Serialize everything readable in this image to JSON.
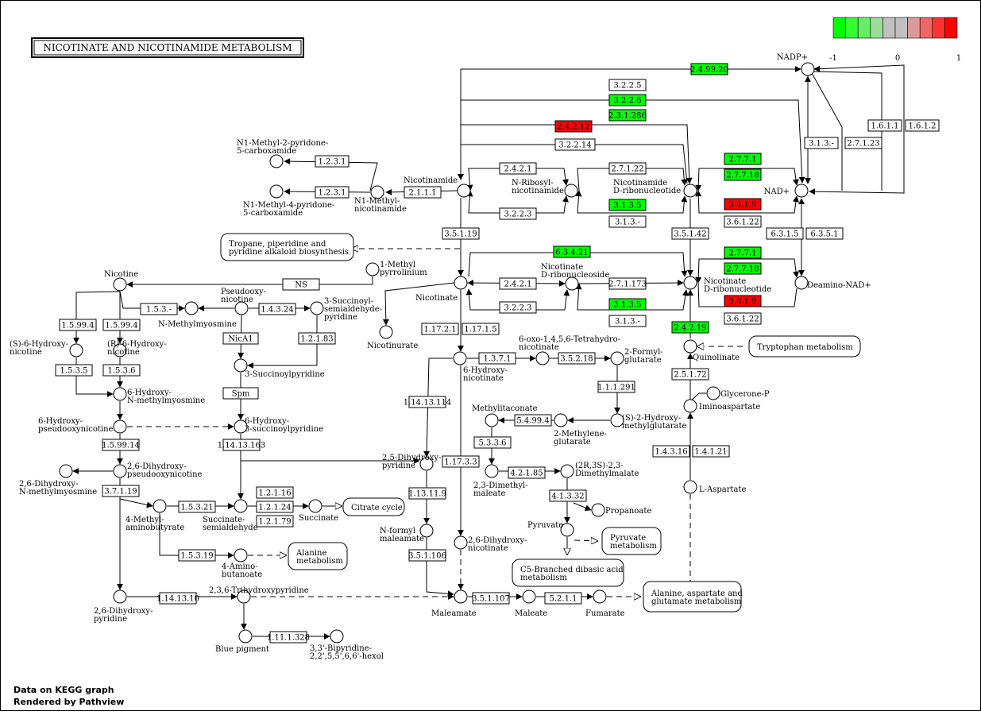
{
  "title": "NICOTINATE AND NICOTINAMIDE METABOLISM",
  "legend": {
    "min_label": "-1",
    "mid_label": "0",
    "max_label": "1",
    "colors": [
      "#00ff00",
      "#33ff33",
      "#66ee66",
      "#99dd99",
      "#c0c0c0",
      "#c0c0c0",
      "#dd9999",
      "#ee6666",
      "#ff3333",
      "#ff0000"
    ]
  },
  "colors": {
    "up": "#ff0000",
    "down": "#00ff00",
    "none": "#ffffff"
  },
  "footer": {
    "line1": "Data on KEGG graph",
    "line2": "Rendered by Pathview"
  },
  "compounds": [
    {
      "id": "c-nadp",
      "label": "NADP+"
    },
    {
      "id": "c-nad",
      "label": "NAD+"
    },
    {
      "id": "c-n1m2p",
      "label": "N1-Methyl-2-pyridone-\n5-carboxamide"
    },
    {
      "id": "c-n1m4p",
      "label": "N1-Methyl-4-pyridone-\n5-carboxamide"
    },
    {
      "id": "c-n1mn",
      "label": "N1-Methyl-\nnicotinamide"
    },
    {
      "id": "c-nam",
      "label": "Nicotinamide"
    },
    {
      "id": "c-nrnam",
      "label": "N-Ribosyl-\nnicotinamide"
    },
    {
      "id": "c-nmn",
      "label": "Nicotinamide\nD-ribonucleotide"
    },
    {
      "id": "c-mpyr",
      "label": "1-Methyl\npyrrolinium"
    },
    {
      "id": "c-nicotine",
      "label": "Nicotine"
    },
    {
      "id": "c-pseudo",
      "label": "Pseudooxy-\nnicotine"
    },
    {
      "id": "c-nmm",
      "label": "N-Methylmyosmine"
    },
    {
      "id": "c-3scp",
      "label": "3-Succinoyl-\nsemialdehyde-\npyridine"
    },
    {
      "id": "c-na",
      "label": "Nicotinate"
    },
    {
      "id": "c-nard",
      "label": "Nicotinate\nD-ribonucleoside"
    },
    {
      "id": "c-namn",
      "label": "Nicotinate\nD-ribonucleotide"
    },
    {
      "id": "c-dnad",
      "label": "Deamino-NAD+"
    },
    {
      "id": "c-nicurate",
      "label": "Nicotinurate"
    },
    {
      "id": "c-s6h",
      "label": "(S)-6-Hydroxy-\nnicotine"
    },
    {
      "id": "c-r6h",
      "label": "(R)-6-Hydroxy-\nnicotine"
    },
    {
      "id": "c-3sp",
      "label": "3-Succinoylpyridine"
    },
    {
      "id": "c-6oxo",
      "label": "6-oxo-1,4,5,6-Tetrahydro-\nnicotinate"
    },
    {
      "id": "c-6hna",
      "label": "6-Hydroxy-\nnicotinate"
    },
    {
      "id": "c-2fg",
      "label": "2-Formyl-\nglutarate"
    },
    {
      "id": "c-quin",
      "label": "Quinolinate"
    },
    {
      "id": "c-6hnm",
      "label": "6-Hydroxy-\nN-methylmyosmine"
    },
    {
      "id": "c-glyp",
      "label": "Glycerone-P"
    },
    {
      "id": "c-imasp",
      "label": "Iminoaspartate"
    },
    {
      "id": "c-6hpn",
      "label": "6-Hydroxy-\npseudooxynicotine"
    },
    {
      "id": "c-6h3sp",
      "label": "6-Hydroxy-\n3-succinoylpyridine"
    },
    {
      "id": "c-metita",
      "label": "Methylitaconate"
    },
    {
      "id": "c-2meg",
      "label": "2-Methylene-\nglutarate"
    },
    {
      "id": "c-s2hmg",
      "label": "(S)-2-Hydroxy-\nmethylglutarate"
    },
    {
      "id": "c-25dhp",
      "label": "2,5-Dihydroxy-\npyridine"
    },
    {
      "id": "c-26dhpn",
      "label": "2,6-Dihydroxy-\npseudooxynicotine"
    },
    {
      "id": "c-26dhnm",
      "label": "2,6-Dihydroxy-\nN-methylmyosmine"
    },
    {
      "id": "c-23dmm",
      "label": "2,3-Dimethyl-\nmaleate"
    },
    {
      "id": "c-23dmml",
      "label": "(2R,3S)-2,3-\nDimethylmalate"
    },
    {
      "id": "c-4mab",
      "label": "4-Methyl-\naminobutyrate"
    },
    {
      "id": "c-ssa",
      "label": "Succinate-\nsemialdehyde"
    },
    {
      "id": "c-succ",
      "label": "Succinate"
    },
    {
      "id": "c-propa",
      "label": "Propanoate"
    },
    {
      "id": "c-laspa",
      "label": "L-Aspartate"
    },
    {
      "id": "c-pyr",
      "label": "Pyruvate"
    },
    {
      "id": "c-nfm",
      "label": "N-formyl\nmaleamate"
    },
    {
      "id": "c-26dhna",
      "label": "2,6-Dihydroxy-\nnicotinate"
    },
    {
      "id": "c-4ab",
      "label": "4-Amino-\nbutanoate"
    },
    {
      "id": "c-236thp",
      "label": "2,3,6-Trihydroxypyridine"
    },
    {
      "id": "c-26dhp",
      "label": "2,6-Dihydroxy-\npyridine"
    },
    {
      "id": "c-maleamate",
      "label": "Maleamate"
    },
    {
      "id": "c-maleate",
      "label": "Maleate"
    },
    {
      "id": "c-fumarate",
      "label": "Fumarate"
    },
    {
      "id": "c-blue",
      "label": "Blue pigment"
    },
    {
      "id": "c-bipy",
      "label": "3,3'-Bipyridine-\n2,2',5,5',6,6'-hexol"
    }
  ],
  "enzymes": [
    {
      "id": "e1",
      "label": "2.4.99.20",
      "color": "#00ff00"
    },
    {
      "id": "e2",
      "label": "3.2.2.5",
      "color": "#ffffff"
    },
    {
      "id": "e3",
      "label": "3.2.2.6",
      "color": "#00ff00"
    },
    {
      "id": "e4",
      "label": "2.3.1.286",
      "color": "#00ff00"
    },
    {
      "id": "e5",
      "label": "2.4.2.12",
      "color": "#ff0000"
    },
    {
      "id": "e6",
      "label": "3.2.2.14",
      "color": "#ffffff"
    },
    {
      "id": "e7",
      "label": "1.6.1.1",
      "color": "#ffffff"
    },
    {
      "id": "e8",
      "label": "1.6.1.2",
      "color": "#ffffff"
    },
    {
      "id": "e9",
      "label": "3.1.3.-",
      "color": "#ffffff"
    },
    {
      "id": "e10",
      "label": "2.7.1.23",
      "color": "#ffffff"
    },
    {
      "id": "e11",
      "label": "1.2.3.1",
      "color": "#ffffff"
    },
    {
      "id": "e12",
      "label": "1.2.3.1",
      "color": "#ffffff"
    },
    {
      "id": "e13",
      "label": "2.1.1.1",
      "color": "#ffffff"
    },
    {
      "id": "e14",
      "label": "2.4.2.1",
      "color": "#ffffff"
    },
    {
      "id": "e15",
      "label": "2.7.1.22",
      "color": "#ffffff"
    },
    {
      "id": "e16",
      "label": "2.7.7.1",
      "color": "#00ff00"
    },
    {
      "id": "e17",
      "label": "2.7.7.18",
      "color": "#00ff00"
    },
    {
      "id": "e18",
      "label": "3.2.2.3",
      "color": "#ffffff"
    },
    {
      "id": "e19",
      "label": "3.1.3.5",
      "color": "#00ff00"
    },
    {
      "id": "e20",
      "label": "3.1.3.-",
      "color": "#ffffff"
    },
    {
      "id": "e21",
      "label": "3.6.1.9",
      "color": "#ff0000"
    },
    {
      "id": "e22",
      "label": "3.6.1.22",
      "color": "#ffffff"
    },
    {
      "id": "e23",
      "label": "3.5.1.19",
      "color": "#ffffff"
    },
    {
      "id": "e24",
      "label": "3.5.1.42",
      "color": "#ffffff"
    },
    {
      "id": "e25",
      "label": "6.3.1.5",
      "color": "#ffffff"
    },
    {
      "id": "e26",
      "label": "6.3.5.1",
      "color": "#ffffff"
    },
    {
      "id": "e27",
      "label": "6.3.4.21",
      "color": "#00ff00"
    },
    {
      "id": "e28",
      "label": "2.7.7.1",
      "color": "#00ff00"
    },
    {
      "id": "e29",
      "label": "2.7.7.18",
      "color": "#00ff00"
    },
    {
      "id": "e30",
      "label": "NS",
      "color": "#ffffff"
    },
    {
      "id": "e31",
      "label": "2.4.2.1",
      "color": "#ffffff"
    },
    {
      "id": "e32",
      "label": "2.7.1.173",
      "color": "#ffffff"
    },
    {
      "id": "e33",
      "label": "1.5.3.-",
      "color": "#ffffff"
    },
    {
      "id": "e34",
      "label": "1.4.3.24",
      "color": "#ffffff"
    },
    {
      "id": "e35",
      "label": "3.2.2.3",
      "color": "#ffffff"
    },
    {
      "id": "e36",
      "label": "3.1.3.5",
      "color": "#00ff00"
    },
    {
      "id": "e37",
      "label": "3.6.1.9",
      "color": "#ff0000"
    },
    {
      "id": "e38",
      "label": "3.1.3.-",
      "color": "#ffffff"
    },
    {
      "id": "e39",
      "label": "3.6.1.22",
      "color": "#ffffff"
    },
    {
      "id": "e40",
      "label": "1.5.99.4",
      "color": "#ffffff"
    },
    {
      "id": "e41",
      "label": "1.5.99.4",
      "color": "#ffffff"
    },
    {
      "id": "e42",
      "label": "1.17.2.1",
      "color": "#ffffff"
    },
    {
      "id": "e43",
      "label": "1.17.1.5",
      "color": "#ffffff"
    },
    {
      "id": "e44",
      "label": "2.4.2.19",
      "color": "#00ff00"
    },
    {
      "id": "e45",
      "label": "NicA1",
      "color": "#ffffff"
    },
    {
      "id": "e46",
      "label": "1.2.1.83",
      "color": "#ffffff"
    },
    {
      "id": "e47",
      "label": "1.3.7.1",
      "color": "#ffffff"
    },
    {
      "id": "e48",
      "label": "3.5.2.18",
      "color": "#ffffff"
    },
    {
      "id": "e49",
      "label": "1.5.3.5",
      "color": "#ffffff"
    },
    {
      "id": "e50",
      "label": "1.5.3.6",
      "color": "#ffffff"
    },
    {
      "id": "e51",
      "label": "2.5.1.72",
      "color": "#ffffff"
    },
    {
      "id": "e52",
      "label": "Spm",
      "color": "#ffffff"
    },
    {
      "id": "e53",
      "label": "1.1.1.291",
      "color": "#ffffff"
    },
    {
      "id": "e54",
      "label": "1.14.13.114",
      "color": "#ffffff"
    },
    {
      "id": "e55",
      "label": "5.4.99.4",
      "color": "#ffffff"
    },
    {
      "id": "e56",
      "label": "1.5.99.14",
      "color": "#ffffff"
    },
    {
      "id": "e57",
      "label": "1.14.13.163",
      "color": "#ffffff"
    },
    {
      "id": "e58",
      "label": "5.3.3.6",
      "color": "#ffffff"
    },
    {
      "id": "e59",
      "label": "1.4.3.16",
      "color": "#ffffff"
    },
    {
      "id": "e60",
      "label": "1.4.1.21",
      "color": "#ffffff"
    },
    {
      "id": "e61",
      "label": "1.17.3.3",
      "color": "#ffffff"
    },
    {
      "id": "e62",
      "label": "4.2.1.85",
      "color": "#ffffff"
    },
    {
      "id": "e63",
      "label": "3.7.1.19",
      "color": "#ffffff"
    },
    {
      "id": "e64",
      "label": "1.2.1.16",
      "color": "#ffffff"
    },
    {
      "id": "e65",
      "label": "1.5.3.21",
      "color": "#ffffff"
    },
    {
      "id": "e66",
      "label": "1.2.1.24",
      "color": "#ffffff"
    },
    {
      "id": "e67",
      "label": "1.13.11.9",
      "color": "#ffffff"
    },
    {
      "id": "e68",
      "label": "4.1.3.32",
      "color": "#ffffff"
    },
    {
      "id": "e69",
      "label": "1.2.1.79",
      "color": "#ffffff"
    },
    {
      "id": "e70",
      "label": "1.5.3.19",
      "color": "#ffffff"
    },
    {
      "id": "e71",
      "label": "3.5.1.106",
      "color": "#ffffff"
    },
    {
      "id": "e72",
      "label": "1.14.13.10",
      "color": "#ffffff"
    },
    {
      "id": "e73",
      "label": "3.5.1.107",
      "color": "#ffffff"
    },
    {
      "id": "e74",
      "label": "5.2.1.1",
      "color": "#ffffff"
    },
    {
      "id": "e75",
      "label": "1.11.1.328",
      "color": "#ffffff"
    }
  ],
  "pathways": [
    {
      "id": "p-tropane",
      "label": "Tropane, piperidine and\npyridine alkaloid biosynthesis"
    },
    {
      "id": "p-trp",
      "label": "Tryptophan metabolism"
    },
    {
      "id": "p-citrate",
      "label": "Citrate cycle"
    },
    {
      "id": "p-pyruvate",
      "label": "Pyruvate\nmetabolism"
    },
    {
      "id": "p-alanine",
      "label": "Alanine\nmetabolism"
    },
    {
      "id": "p-c5",
      "label": "C5-Branched dibasic acid\nmetabolism"
    },
    {
      "id": "p-ala-asp",
      "label": "Alanine, aspartate and\nglutamate metabolism"
    }
  ]
}
